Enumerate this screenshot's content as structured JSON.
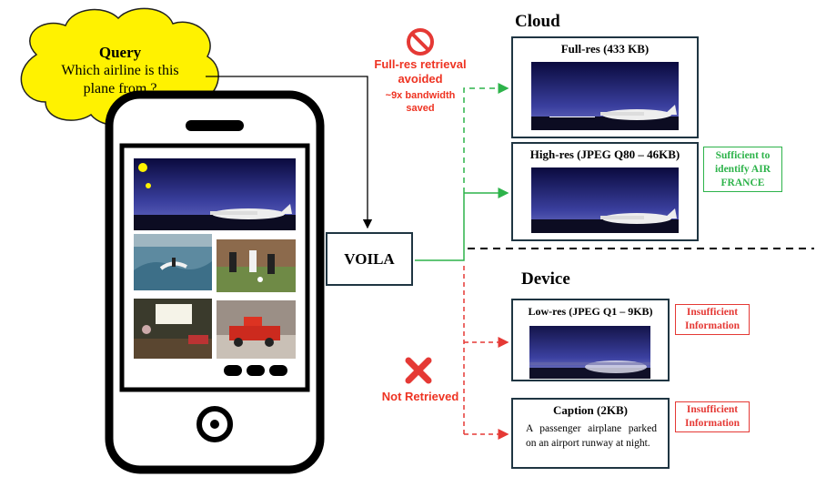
{
  "query": {
    "title": "Query",
    "text": "Which airline is this plane from ?"
  },
  "cloud_section": {
    "title": "Cloud"
  },
  "device_section": {
    "title": "Device"
  },
  "voila": {
    "label": "VOILA"
  },
  "notes": {
    "avoided_line1": "Full-res retrieval",
    "avoided_line2": "avoided",
    "bandwidth_line1": "~9x bandwidth",
    "bandwidth_line2": "saved",
    "not_retrieved": "Not Retrieved"
  },
  "boxes": {
    "full_res": "Full-res (433 KB)",
    "high_res": "High-res (JPEG Q80 – 46KB)",
    "low_res": "Low-res (JPEG Q1 – 9KB)",
    "caption_title": "Caption (2KB)",
    "caption_text": "A passenger airplane parked on an airport runway at night."
  },
  "tags": {
    "sufficient": "Sufficient to identify AIR FRANCE",
    "insufficient_1": "Insufficient Information",
    "insufficient_2": "Insufficient Information"
  },
  "icons": [
    "no-entry-icon",
    "cross-icon",
    "smartphone-icon",
    "thought-cloud-icon"
  ],
  "colors": {
    "green": "#2db34a",
    "red": "#e53935",
    "dark": "#1f3542",
    "yellow": "#fff200"
  }
}
